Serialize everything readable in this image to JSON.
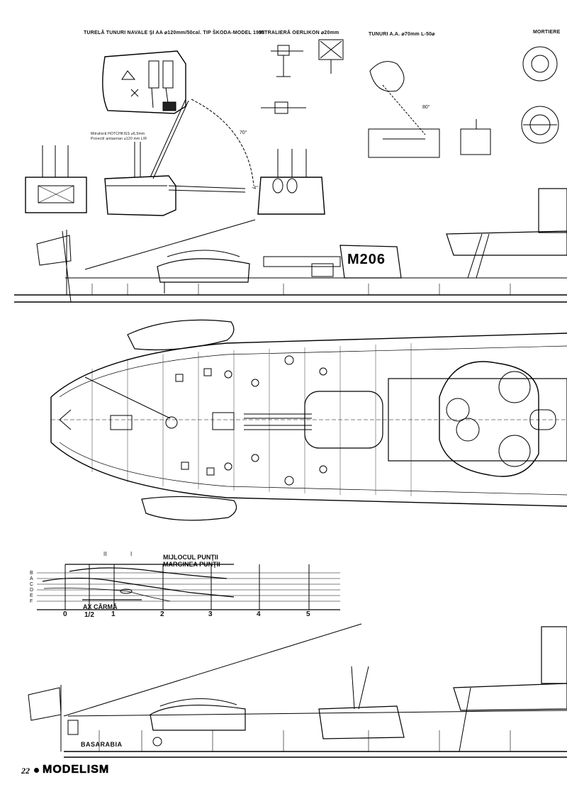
{
  "captions": {
    "turret": "TURELĂ TUNURI NAVALE ŞI AA ⌀120mm/50cal. TIP ŠKODA-MODEL 1938",
    "oerlikon": "MITRALIERĂ OERLIKON ⌀20mm",
    "aa_guns": "TUNURI A.A. ⌀70mm L-50⌀",
    "mortars": "MORTIERE",
    "mg_note_1": "Mitralieră HOTCHKISS ⌀6,5mm",
    "mg_note_2": "Proiectil antiaerian ⌀120 mm L/R"
  },
  "angles": {
    "a70": "70°",
    "a4": "-4°",
    "a80": "80°"
  },
  "hull_marking": "M206",
  "ship_name": "BASARABIA",
  "section_plan": {
    "line_mid": "MIJLOCUL PUNŢII",
    "line_edge": "MARGINEA PUNŢII",
    "rudder_axis": "AX CÂRMĂ",
    "stations": [
      "0",
      "1/2",
      "1",
      "2",
      "3",
      "4",
      "5"
    ],
    "roman": [
      "II",
      "I"
    ],
    "waterlines": [
      "B",
      "A",
      "C",
      "D",
      "E",
      "F"
    ]
  },
  "footer": {
    "page": "22",
    "brand": "MODELISM"
  }
}
